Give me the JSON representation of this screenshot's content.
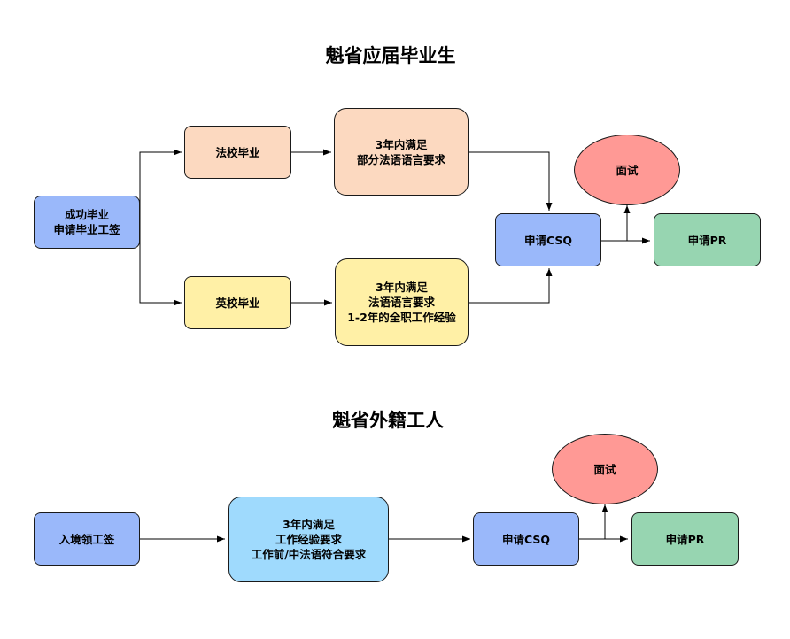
{
  "titles": {
    "graduates": "魁省应届毕业生",
    "foreign_workers": "魁省外籍工人"
  },
  "graduates": {
    "start": [
      "成功毕业",
      "申请毕业工签"
    ],
    "french_school": "法校毕业",
    "english_school": "英校毕业",
    "french_req": [
      "3年内满足",
      "部分法语语言要求"
    ],
    "english_req": [
      "3年内满足",
      "法语语言要求",
      "1-2年的全职工作经验"
    ],
    "csq": "申请CSQ",
    "interview": "面试",
    "pr": "申请PR"
  },
  "foreign_workers": {
    "start": "入境领工签",
    "req": [
      "3年内满足",
      "工作经验要求",
      "工作前/中法语符合要求"
    ],
    "csq": "申请CSQ",
    "interview": "面试",
    "pr": "申请PR"
  },
  "colors": {
    "blue": "#9ab8fa",
    "orange": "#fcd9c0",
    "yellow": "#fff0a6",
    "red": "#ff9995",
    "green": "#97d5b1",
    "cyan": "#9fdafd"
  }
}
